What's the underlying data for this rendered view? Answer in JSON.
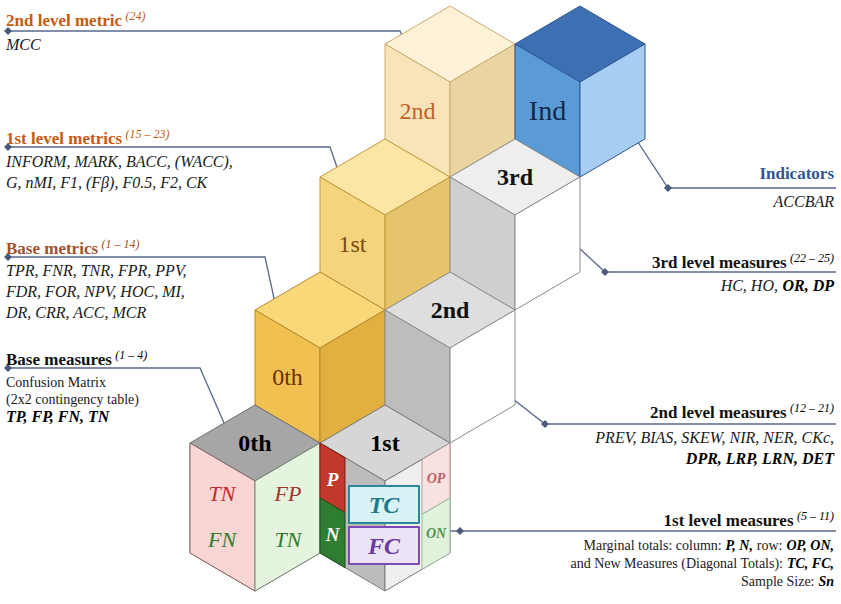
{
  "diagram": {
    "nodes": [
      {
        "text": [
          "2nd"
        ]
      },
      {
        "text": [
          "Ind"
        ]
      },
      {
        "text": [
          "1st"
        ]
      },
      {
        "text": [
          "3rd"
        ]
      },
      {
        "text": [
          "0th"
        ]
      },
      {
        "text": [
          "2nd"
        ]
      },
      {
        "text": [
          "0th"
        ]
      },
      {
        "text": [
          "TN",
          "FN"
        ],
        "in": 6
      },
      {
        "text": [
          "FP",
          "TN"
        ],
        "in": 6
      },
      {
        "text": [
          "1st"
        ]
      },
      {
        "text": [
          "P"
        ],
        "in": 9
      },
      {
        "text": [
          "N"
        ],
        "in": 9
      },
      {
        "text": [
          "TC"
        ],
        "in": 9
      },
      {
        "text": [
          "FC"
        ],
        "in": 9
      },
      {
        "text": [
          "OP"
        ],
        "in": 9
      },
      {
        "text": [
          "ON"
        ],
        "in": 9
      }
    ],
    "labels": [
      "2nd level metric",
      "(24)",
      "MCC",
      "1st level metrics",
      "(15 – 23)",
      "INFORM, MARK, BACC, (WACC),",
      "G, nMI, F1, (Fβ), F0.5, F2, CK",
      "Base metrics",
      "(1 – 14)",
      "TPR, FNR, TNR, FPR, PPV,",
      "FDR, FOR, NPV, HOC, MI,",
      "DR, CRR, ACC, MCR",
      "Base measures",
      "(1 – 4)",
      "Confusion Matrix",
      "(2x2 contingency table)",
      "TP, FP, FN, TN",
      "Indicators",
      "ACCBAR",
      "3rd level measures",
      "(22 – 25)",
      "HC, HO,",
      "OR, DP",
      "2nd level measures",
      "(12 – 21)",
      "PREV, BIAS, SKEW, NIR, NER, CKc,",
      "DPR, LRP, LRN, DET",
      "1st level measures",
      "(5 – 11)",
      "Marginal totals: column:",
      "P, N,",
      "row:",
      "OP, ON,",
      "and New Measures (Diagonal Totals):",
      "TC, FC,",
      "Sample Size:",
      "Sn"
    ]
  }
}
